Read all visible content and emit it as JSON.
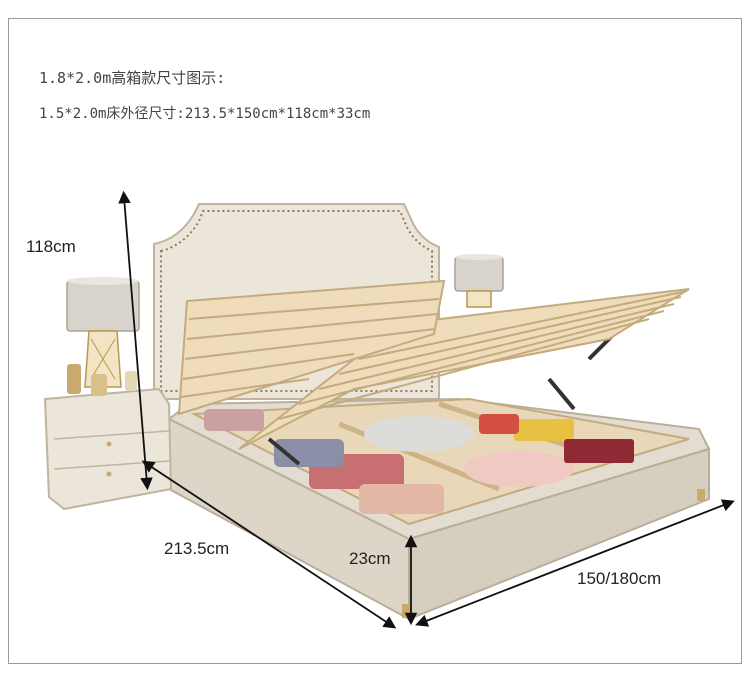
{
  "header": {
    "line1": "1.8*2.0m高箱款尺寸图示:",
    "line2": "1.5*2.0m床外径尺寸:213.5*150cm*118cm*33cm"
  },
  "dimensions": {
    "height": "118cm",
    "length": "213.5cm",
    "side_height": "23cm",
    "width": "150/180cm"
  },
  "colors": {
    "bed_fabric": "#e6e0d4",
    "frame_wood": "#e9d6b3",
    "lamp_shade": "#d8d4cc",
    "accent_gold": "#c9a96e",
    "arrow": "#111111"
  }
}
